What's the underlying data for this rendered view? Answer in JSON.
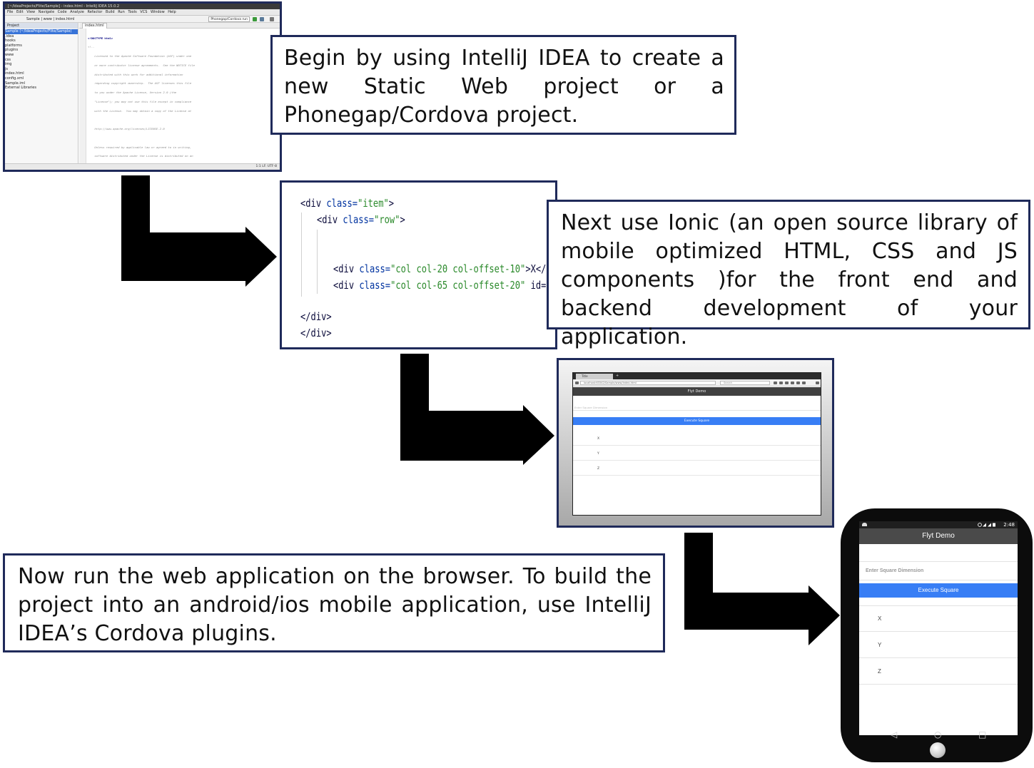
{
  "steps": [
    {
      "text": "Begin by using IntelliJ IDEA to create a new Static Web project or a Phonegap/Cordova project."
    },
    {
      "text": "Next use Ionic (an open source library of mobile optimized HTML, CSS and JS components )for the front end  and backend development of your application."
    },
    {
      "text": "Now run the web application on the browser. To build the project into an android/ios mobile application, use IntelliJ IDEA’s Cordova plugins."
    }
  ],
  "ide": {
    "title": "[~/IdeaProjects/Flite/Sample] - index.html - IntelliJ IDEA 15.0.2",
    "menu": [
      "File",
      "Edit",
      "View",
      "Navigate",
      "Code",
      "Analyze",
      "Refactor",
      "Build",
      "Run",
      "Tools",
      "VCS",
      "Window",
      "Help"
    ],
    "breadcrumb": "Sample  |  www  |  index.html",
    "run_config": "Phonegap/Cordova run",
    "project_header": "Project",
    "tree": [
      "Sample (~/IdeaProjects/Flite/Sample)",
      "  .idea",
      "  hooks",
      "  platforms",
      "  plugins",
      "  www",
      "    css",
      "    img",
      "    js",
      "    index.html",
      "  config.xml",
      "  Sample.iml",
      "External Libraries"
    ],
    "tab": "index.html",
    "status": "1:1  LF:  UTF-8"
  },
  "snippet": {
    "lines": [
      {
        "indent": 0,
        "pre": "<div ",
        "attr": "class=",
        "val": "\"item\"",
        "post": ">"
      },
      {
        "indent": 1,
        "pre": "<div ",
        "attr": "class=",
        "val": "\"row\"",
        "post": ">"
      },
      {
        "indent": 2,
        "pre": "<div ",
        "attr": "class=",
        "val": "\"col col-20 col-offset-10\"",
        "post": ">X</div>"
      },
      {
        "indent": 2,
        "pre": "<div ",
        "attr": "class=",
        "val": "\"col col-65 col-offset-20\"",
        "post": " id=\"posx\"></div>"
      },
      {
        "indent": 0,
        "pre": "</div>",
        "attr": "",
        "val": "",
        "post": ""
      },
      {
        "indent": 0,
        "pre": "</div>",
        "attr": "",
        "val": "",
        "post": ""
      }
    ]
  },
  "browser": {
    "tab": "Title",
    "url": "localhost:63342/Sample/www/index.html",
    "search": "Search",
    "header": "Flyt Demo",
    "input_placeholder": "Enter Square Dimension",
    "button": "Execute Square",
    "items": [
      "X",
      "Y",
      "Z"
    ]
  },
  "phone": {
    "time": "2:48",
    "title": "Flyt Demo",
    "input_placeholder": "Enter Square Dimension",
    "button": "Execute Square",
    "items": [
      "X",
      "Y",
      "Z"
    ],
    "nav": [
      "◁",
      "○",
      "□"
    ]
  },
  "colors": {
    "box_border": "#1f2a5a",
    "accent_blue": "#387ef5",
    "arrow": "#000000"
  }
}
